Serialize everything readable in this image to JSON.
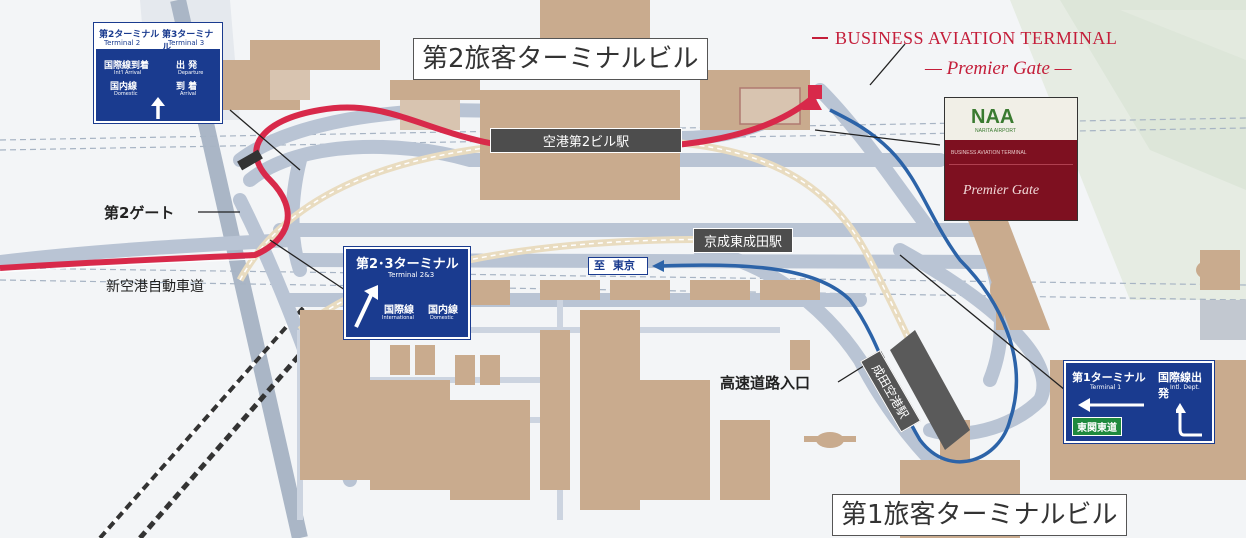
{
  "terminal2_building": "第2旅客ターミナルビル",
  "terminal1_building": "第1旅客ターミナルビル",
  "business_terminal": {
    "title": "BUSINESS AVIATION TERMINAL",
    "subtitle": "— Premier Gate —"
  },
  "stations": {
    "airport_t2": "空港第2ビル駅",
    "keisei_higashi_narita": "京成東成田駅",
    "narita_airport": "成田空港駅"
  },
  "labels": {
    "gate2": "第2ゲート",
    "expressway": "新空港自動車道",
    "highway_entrance": "高速道路入口"
  },
  "sign_t2t3_top": {
    "t2_jp": "第2ターミナル",
    "t2_en": "Terminal 2",
    "t3_jp": "第3ターミナル",
    "t3_en": "Terminal 3",
    "intl_arrival_jp": "国際線到着",
    "intl_arrival_en": "Int'l Arrival",
    "departure_jp": "出 発",
    "departure_en": "Departure",
    "domestic_jp": "国内線",
    "domestic_en": "Domestic",
    "arrival_jp": "到 着",
    "arrival_en": "Arrival"
  },
  "sign_t23": {
    "title_jp": "第2･3ターミナル",
    "title_en": "Terminal 2&3",
    "intl_jp": "国際線",
    "intl_en": "International",
    "dom_jp": "国内線",
    "dom_en": "Domestic"
  },
  "sign_tokyo": {
    "prefix": "至",
    "dest": "東京"
  },
  "sign_t1": {
    "t1_jp": "第1ターミナル",
    "t1_en": "Terminal 1",
    "intl_dept_jp": "国際線出発",
    "intl_dept_en": "Intl. Dept.",
    "route": "東関東道"
  },
  "photo": {
    "logo": "NAA",
    "logo_sub": "NARITA AIRPORT",
    "band": "BUSINESS AVIATION TERMINAL",
    "script": "Premier Gate"
  },
  "colors": {
    "route_red": "#d8294a",
    "route_blue": "#2c63a8",
    "building": "#c9ab8e",
    "road": "#b9c4d4",
    "sign_blue": "#1a3b8f"
  }
}
